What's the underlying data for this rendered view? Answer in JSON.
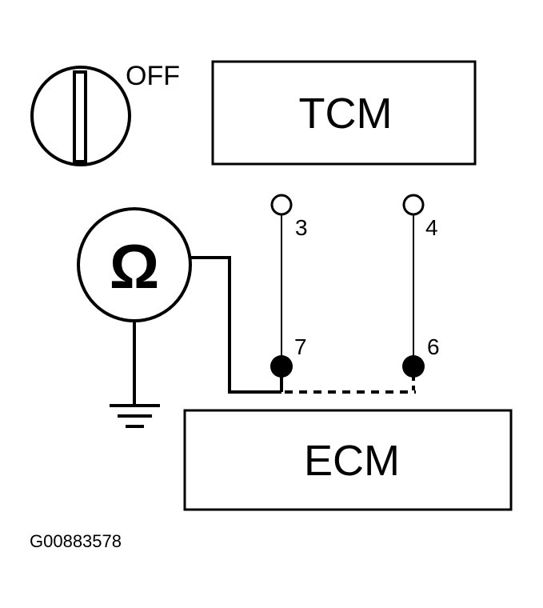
{
  "ignition": {
    "label": "OFF"
  },
  "modules": {
    "tcm": "TCM",
    "ecm": "ECM"
  },
  "meter": {
    "symbol": "Ω"
  },
  "terminals": {
    "t3": "3",
    "t4": "4",
    "t7": "7",
    "t6": "6"
  },
  "figure_id": "G00883578",
  "colors": {
    "ink": "#000000",
    "background": "#ffffff"
  }
}
